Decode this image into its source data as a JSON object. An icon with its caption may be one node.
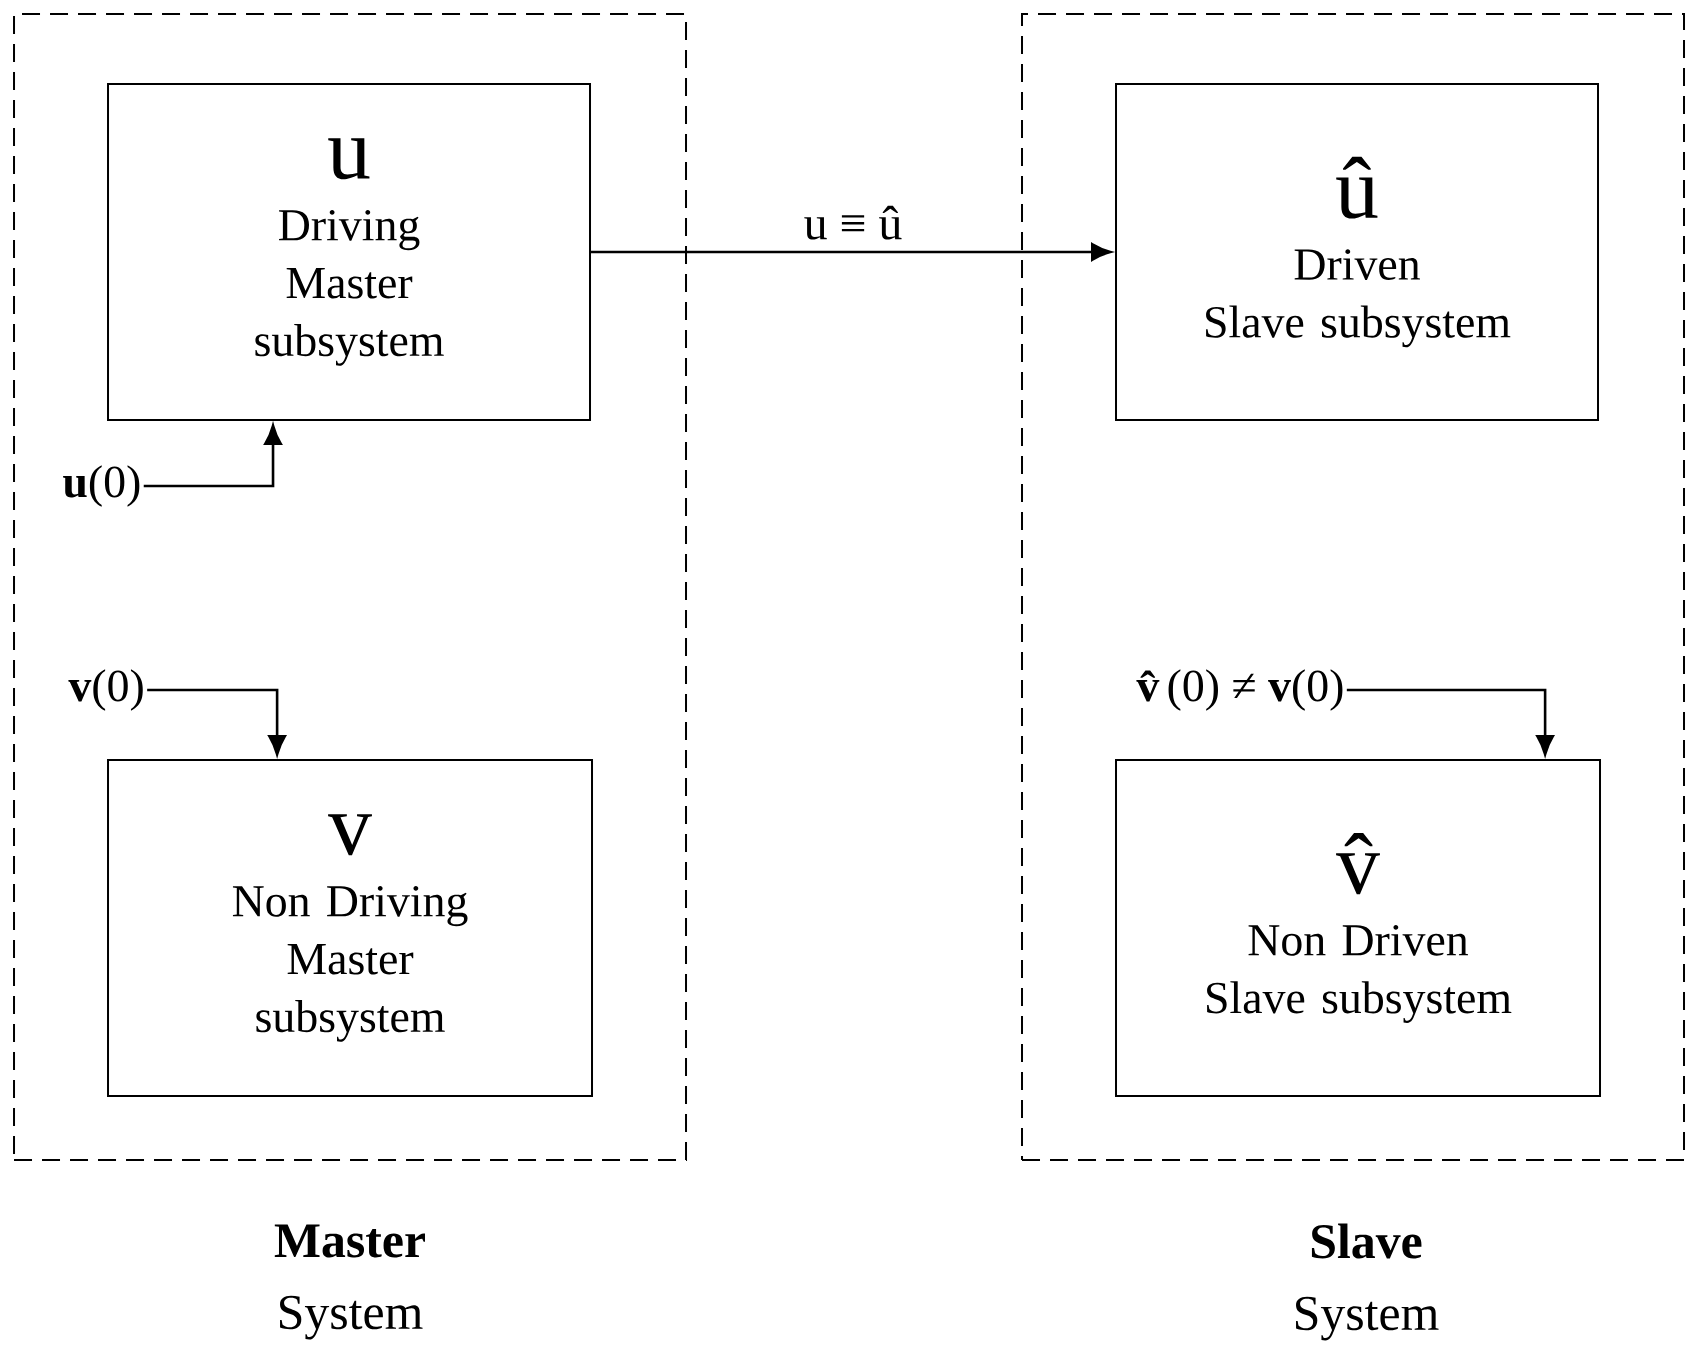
{
  "diagram": {
    "nodes": [
      {
        "text": [
          "**Master** System"
        ]
      },
      {
        "text": [
          "u",
          "Driving Master subsystem"
        ],
        "in": 0
      },
      {
        "text": [
          "**u**(0)"
        ],
        "in": 0
      },
      {
        "text": [
          "**v**(0)"
        ],
        "in": 0
      },
      {
        "text": [
          "v",
          "Non Driving Master subsystem"
        ],
        "in": 0
      },
      {
        "text": [
          "**Slave** System"
        ]
      },
      {
        "text": [
          "û",
          "Driven Slave subsystem"
        ],
        "in": 5
      },
      {
        "text": [
          "**v̂**(0) ≠ **v**(0)"
        ],
        "in": 5
      },
      {
        "text": [
          "v̂",
          "Non Driven Slave subsystem"
        ],
        "in": 5
      }
    ],
    "edges": [
      {
        "from": 2,
        "to": 1,
        "arrow": "to"
      },
      {
        "from": 3,
        "to": 4,
        "arrow": "to"
      },
      {
        "from": 1,
        "to": 6,
        "arrow": "to",
        "label": "u ≡ û"
      },
      {
        "from": 7,
        "to": 8,
        "arrow": "to"
      }
    ]
  }
}
